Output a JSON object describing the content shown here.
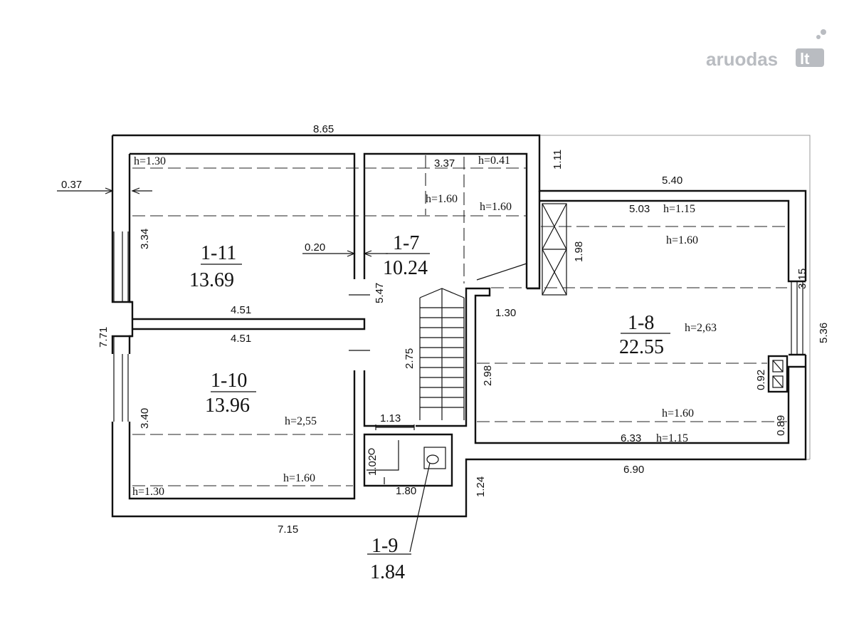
{
  "watermark": {
    "text": "aruodas",
    "suffix": "lt",
    "color": "#b9bcc1"
  },
  "rooms": [
    {
      "id": "1-11",
      "area": "13.69"
    },
    {
      "id": "1-10",
      "area": "13.96"
    },
    {
      "id": "1-7",
      "area": "10.24"
    },
    {
      "id": "1-8",
      "area": "22.55"
    },
    {
      "id": "1-9",
      "area": "1.84"
    }
  ],
  "dimensions": {
    "top_overall": "8.65",
    "top_right": "1.11",
    "right_top": "5.40",
    "left_wall": "0.37",
    "left_overall": "7.71",
    "r11_height": "3.34",
    "r10_height": "3.40",
    "r11_width": "4.51",
    "r10_width": "4.51",
    "partition": "0.20",
    "r7_top": "3.37",
    "r7_depth": "5.47",
    "stairs": "2.75",
    "stair_landing": "1.30",
    "r8_top": "5.03",
    "r8_upper": "1.98",
    "r8_window": "3.15",
    "r8_left": "2.98",
    "r8_right": "5.36",
    "vent": "0.92",
    "vent_bottom": "0.89",
    "r8_bottom": "6.33",
    "bottom_right": "6.90",
    "bottom_step": "1.24",
    "bottom_overall": "7.15",
    "wc_width_top": "1.13",
    "wc_height": "1.02",
    "wc_width": "1.80"
  },
  "heights": {
    "r11_top": "h=1.30",
    "r7_top": "h=0.41",
    "r7_mid_left": "h=1.60",
    "r7_mid_right": "h=1.60",
    "r8_top": "h=1.15",
    "r8_upper": "h=1.60",
    "r8_center": "h=2,63",
    "r8_lower": "h=1.60",
    "r8_bottom": "h=1.15",
    "r10_center": "h=2,55",
    "r10_lower": "h=1.60",
    "r10_bottom": "h=1.30"
  }
}
